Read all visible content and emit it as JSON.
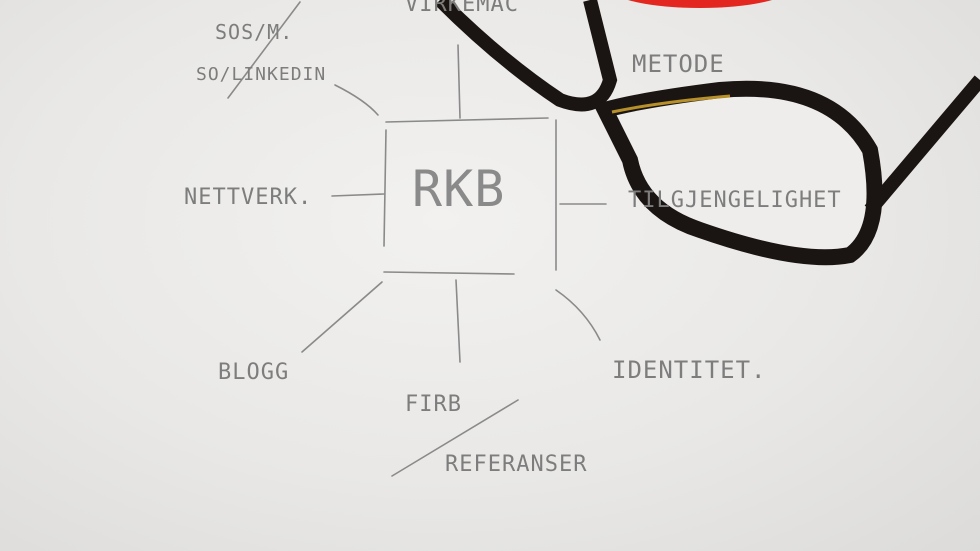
{
  "center": "RKB",
  "nodes": {
    "top_left_1": "SOS/M.",
    "top_left_2": "SO/LINKEDIN",
    "top": "VIRKEMAC",
    "top_right": "METODE",
    "left": "NETTVERK.",
    "right": "TILGJENGELIGHET",
    "bottom_left": "BLOGG",
    "bottom": "FIRB",
    "bottom_2": "REFERANSER",
    "bottom_right": "IDENTITET."
  }
}
